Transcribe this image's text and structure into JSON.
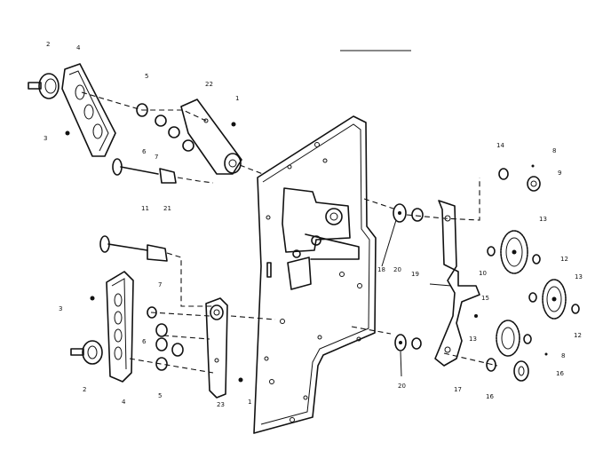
{
  "callouts": {
    "c_2a": "2",
    "c_4a": "4",
    "c_3a": "3",
    "c_5a": "5",
    "c_22": "22",
    "c_1a": "1",
    "c_6a": "6",
    "c_7a": "7",
    "c_11": "11",
    "c_21": "21",
    "c_14": "14",
    "c_8a": "8",
    "c_9": "9",
    "c_13a": "13",
    "c_10": "10",
    "c_12a": "12",
    "c_13b": "13",
    "c_15": "15",
    "c_13c": "13",
    "c_12b": "12",
    "c_8b": "8",
    "c_16a": "16",
    "c_18": "18",
    "c_20a": "20",
    "c_19": "19",
    "c_3b": "3",
    "c_7b": "7",
    "c_6b": "6",
    "c_2b": "2",
    "c_4b": "4",
    "c_5b": "5",
    "c_23": "23",
    "c_1b": "1",
    "c_20b": "20",
    "c_17": "17",
    "c_16b": "16"
  }
}
